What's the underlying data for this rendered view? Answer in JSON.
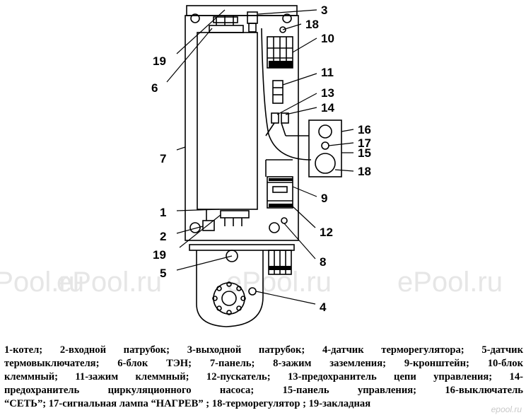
{
  "watermarks": [
    "ePool.ru",
    "ePool.ru",
    "ePool.ru",
    "ePool.ru"
  ],
  "labels": {
    "l1": "1",
    "l2": "2",
    "l3": "3",
    "l4": "4",
    "l5": "5",
    "l6": "6",
    "l7": "7",
    "l8": "8",
    "l9": "9",
    "l10": "10",
    "l11": "11",
    "l12": "12",
    "l13": "13",
    "l14": "14",
    "l15": "15",
    "l16": "16",
    "l17": "17",
    "l18a": "18",
    "l18b": "18",
    "l19a": "19",
    "l19b": "19"
  },
  "legend": {
    "lines": [
      "1-котел; 2-входной патрубок; 3-выходной патрубок; 4-датчик терморегулятора; 5-датчик",
      "термовыключателя; 6-блок ТЭН; 7-панель; 8-зажим заземления; 9-кронштейн; 10-блок",
      "клеммный; 11-зажим клеммный; 12-пускатель; 13-предохранитель цепи управления; 14-",
      "предохранитель циркуляционного насоса; 15-панель управления; 16-выключатель",
      "“СЕТЬ”; 17-сигнальная лампа “НАГРЕВ” ; 18-терморегулятор ; 19-закладная"
    ]
  },
  "brand": "epool.ru"
}
